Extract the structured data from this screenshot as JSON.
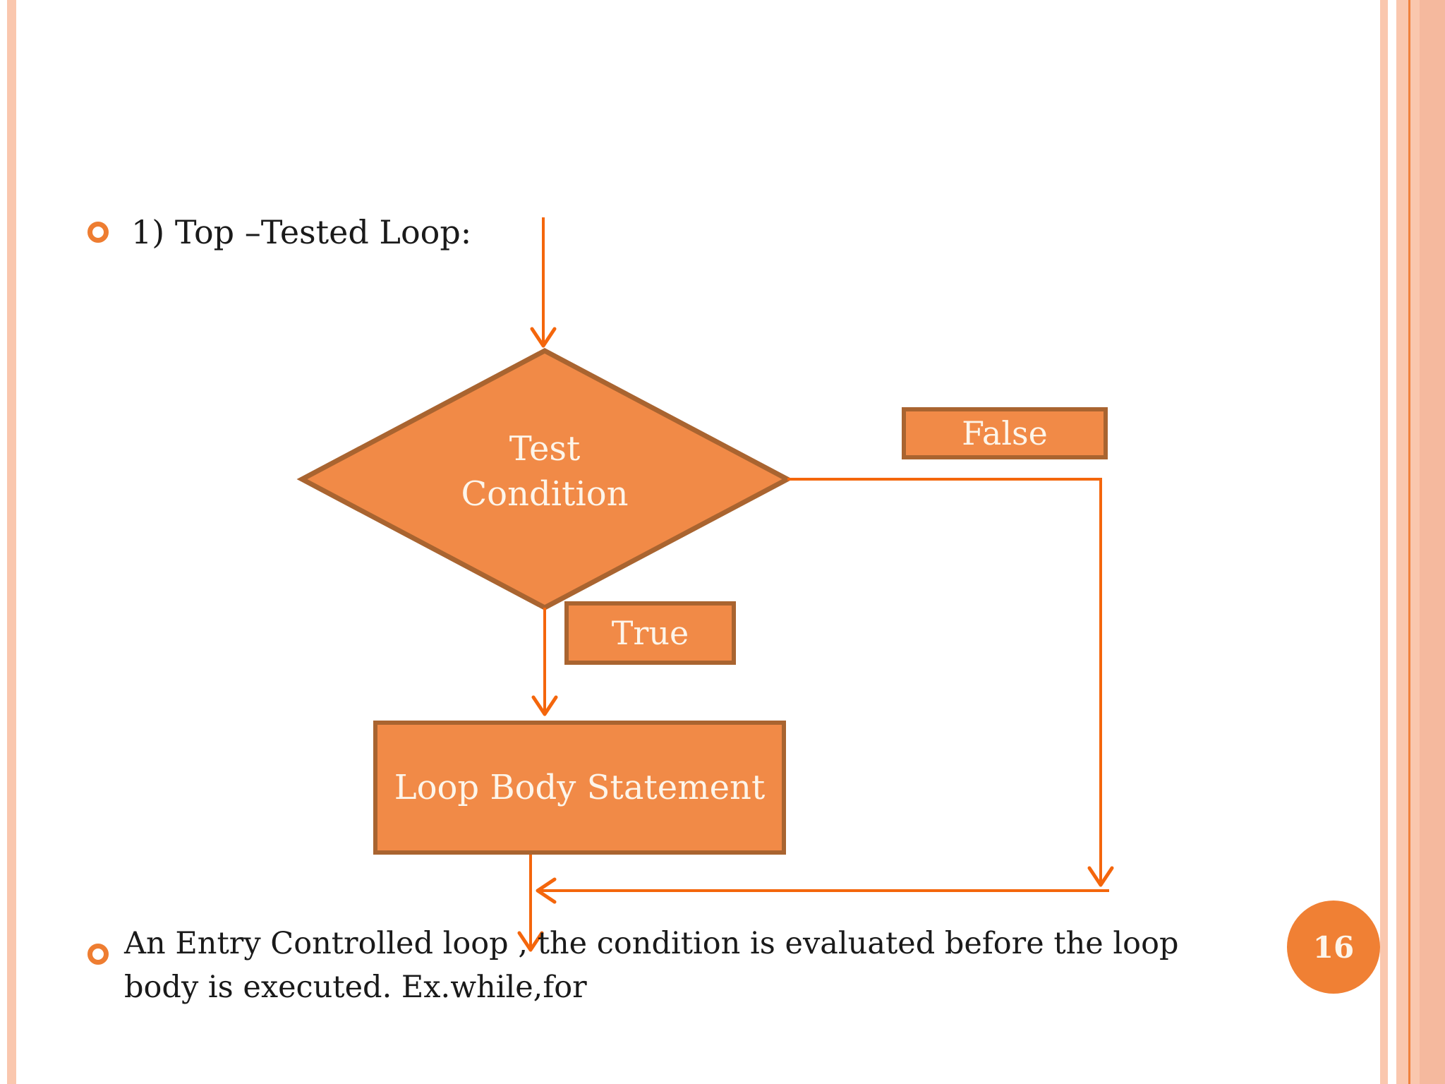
{
  "colors": {
    "background": "#FFFFFF",
    "accent_line": "#F4660C",
    "shape_fill": "#F18A47",
    "shape_border": "#A96430",
    "shape_text": "#FDF5EA",
    "stripe": "#FAC7AE",
    "stripe_dark": "#F5B99E",
    "stripe_line": "#F0813C",
    "bullet_ring": "#EE7D31",
    "badge_fill": "#F08034",
    "badge_text": "#FDF5EA",
    "body_text": "#1A1A1A"
  },
  "title_bullet": {
    "text": "1) Top –Tested Loop:"
  },
  "flowchart": {
    "decision_lines": [
      "Test",
      "Condition"
    ],
    "true_label": "True",
    "false_label": "False",
    "process_label": "Loop Body Statement"
  },
  "footer_bullet": {
    "lines": [
      "An Entry Controlled loop , the condition is evaluated before the loop",
      "body is executed. Ex.while,for"
    ]
  },
  "page_number": "16"
}
